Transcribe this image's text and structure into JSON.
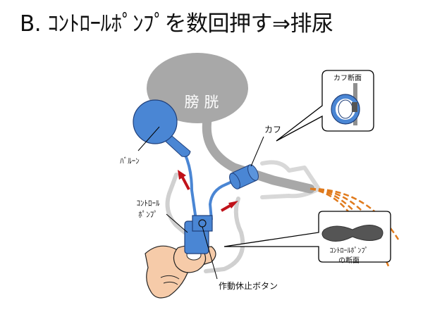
{
  "title": "B. ｺﾝﾄﾛｰﾙﾎﾟﾝﾌﾟを数回押す⇒排尿",
  "labels": {
    "bladder": "膀 胱",
    "balloon": "ﾊﾞﾙｰﾝ",
    "cuff": "カフ",
    "cuff_section": "カフ断面",
    "control_pump_line1": "ｺﾝﾄﾛｰﾙ",
    "control_pump_line2": "ﾎﾟﾝﾌﾟ",
    "pump_section_line1": "ｺﾝﾄﾛｰﾙﾎﾟﾝﾌﾟ",
    "pump_section_line2": "の断面",
    "button": "作動休止ボタン"
  },
  "colors": {
    "blue": "#4a86d4",
    "blue_dark": "#1f3f7a",
    "gray": "#a8a8a8",
    "arrow": "#c0121a",
    "urine": "#e07a1c",
    "skin": "#f6cba9"
  }
}
